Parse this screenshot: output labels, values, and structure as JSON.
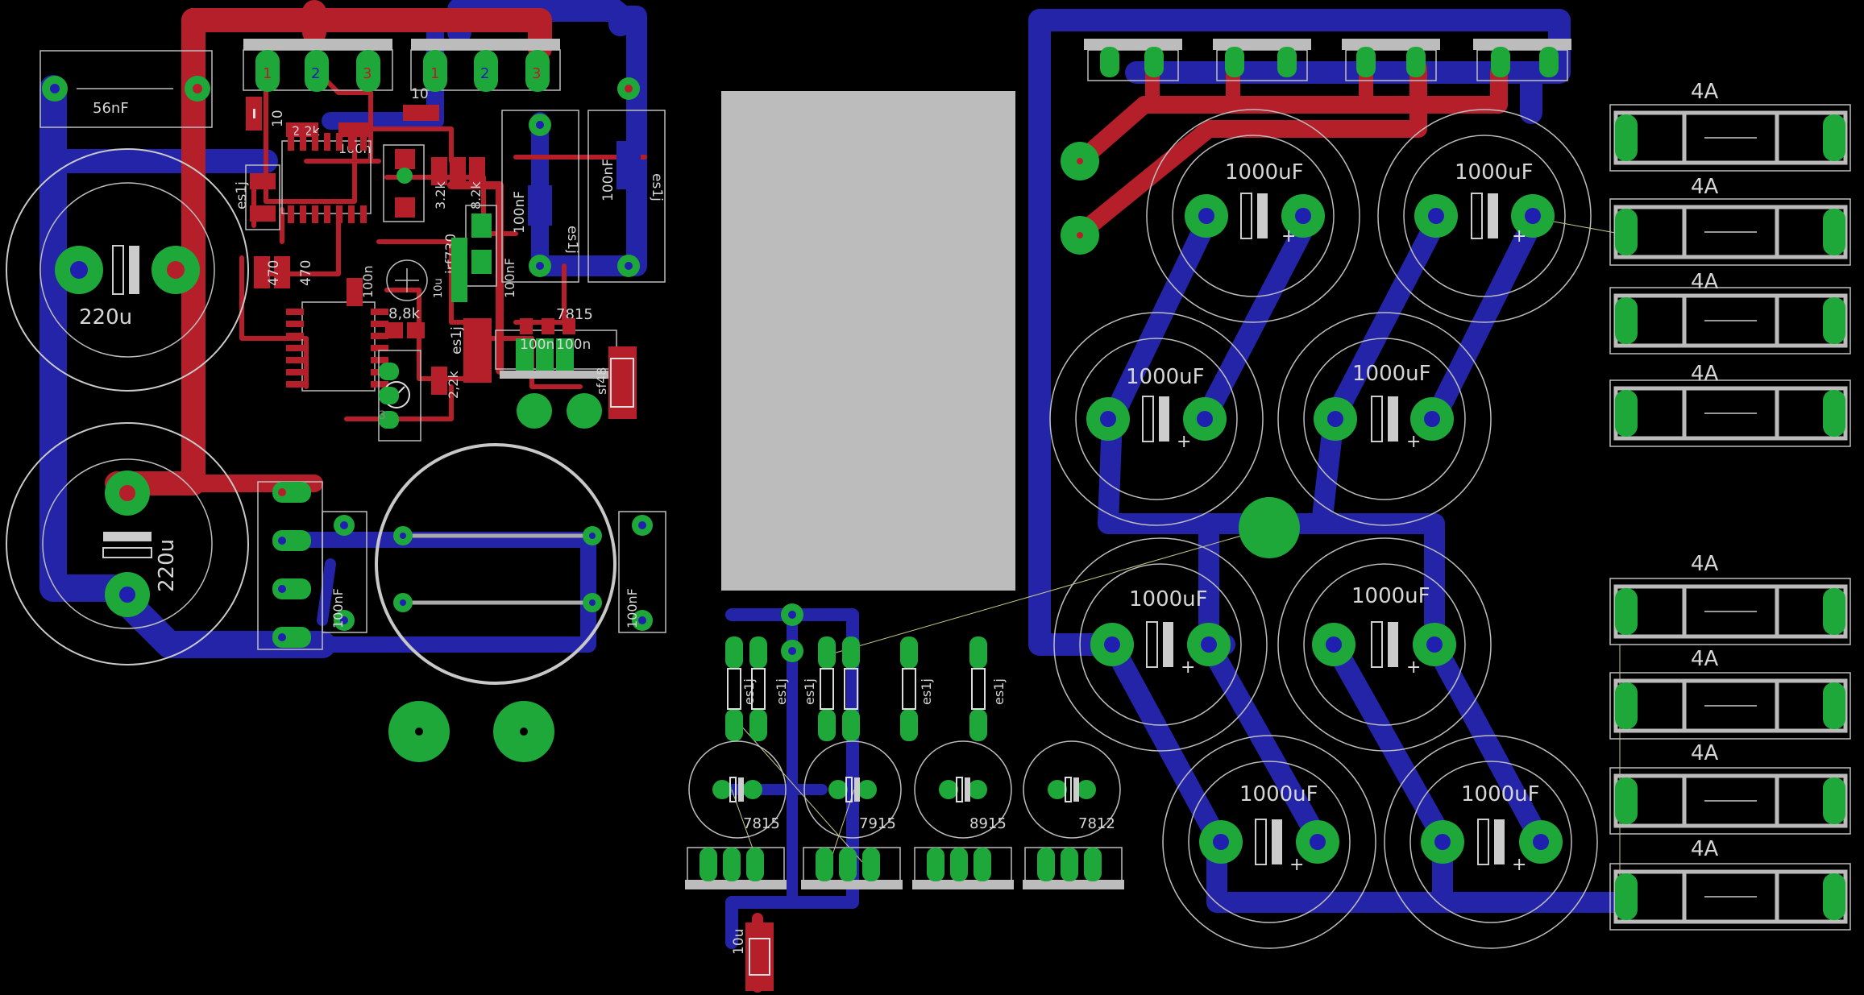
{
  "view": {
    "layers": [
      "Top",
      "Bottom",
      "Pads",
      "Vias",
      "tPlace",
      "tNames",
      "tValues"
    ]
  },
  "colors": {
    "background": "#000000",
    "top_copper": "#b51f2a",
    "bottom_copper": "#2424a8",
    "pad": "#1fa83a",
    "silkscreen": "#c9c9c9",
    "keepout": "#bcbcbc"
  },
  "labels": {
    "c56n": "56nF",
    "c220a": "220u",
    "c220b": "220u",
    "r10a": "10",
    "r10b": "10",
    "r22k": "2.2k",
    "c100n_a": "100n",
    "es1j_a": "es1j",
    "r470a": "470",
    "r470b": "470",
    "c100n_b": "100n",
    "irf730": "irf730",
    "r82k": "8.2k",
    "r32k": "3.2k",
    "c100nF_a": "100nF",
    "es1j_b": "es1j",
    "c100nF_b": "100nF",
    "es1j_c": "es1j",
    "r88k": "8,8k",
    "c10u_small": "10u",
    "es1j_d": "es1j",
    "reg7815_top": "7815",
    "c100n_c": "100n",
    "c100n_d": "100n",
    "sf48": "sf48",
    "r22k_b": "2,2k",
    "c100nF_c": "100nF",
    "c100nF_d": "100nF",
    "big_caps": [
      "1000uF",
      "1000uF",
      "1000uF",
      "1000uF",
      "1000uF",
      "1000uF",
      "1000uF",
      "1000uF"
    ],
    "fuses": [
      "4A",
      "4A",
      "4A",
      "4A",
      "4A",
      "4A",
      "4A",
      "4A"
    ],
    "es1j_row": [
      "es1j",
      "es1j",
      "es1j",
      "es1j",
      "es1j"
    ],
    "regs": [
      "7815",
      "7915",
      "8915",
      "7812"
    ],
    "c10u": "10u"
  }
}
